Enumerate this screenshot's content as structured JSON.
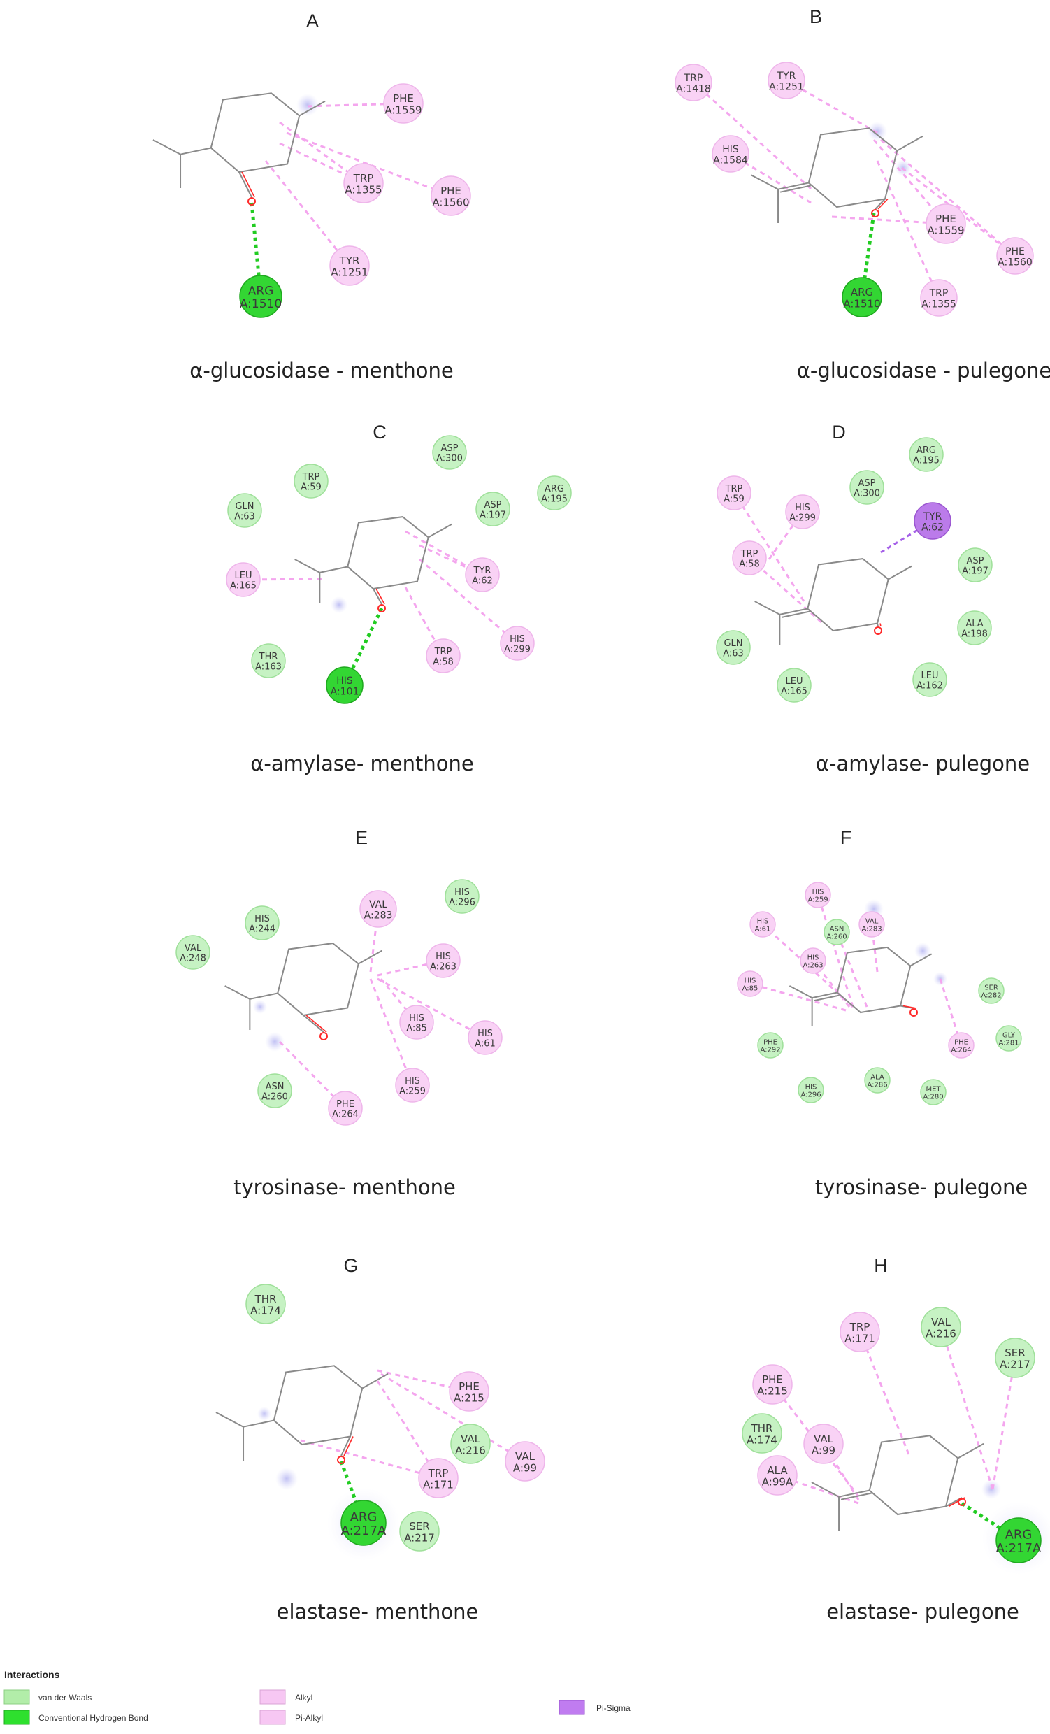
{
  "panels": [
    {
      "id": "A",
      "label": "A",
      "caption": "α-glucosidase - menthone",
      "scaffold": "menthone",
      "residues": [
        {
          "line1": "PHE",
          "line2": "A:1559",
          "kind": "alkyl"
        },
        {
          "line1": "TRP",
          "line2": "A:1355",
          "kind": "alkyl"
        },
        {
          "line1": "PHE",
          "line2": "A:1560",
          "kind": "alkyl"
        },
        {
          "line1": "TYR",
          "line2": "A:1251",
          "kind": "alkyl"
        },
        {
          "line1": "ARG",
          "line2": "A:1510",
          "kind": "hbond"
        }
      ]
    },
    {
      "id": "B",
      "label": "B",
      "caption": "α-glucosidase - pulegone",
      "scaffold": "pulegone",
      "residues": [
        {
          "line1": "TRP",
          "line2": "A:1418",
          "kind": "alkyl"
        },
        {
          "line1": "TYR",
          "line2": "A:1251",
          "kind": "alkyl"
        },
        {
          "line1": "HIS",
          "line2": "A:1584",
          "kind": "alkyl"
        },
        {
          "line1": "PHE",
          "line2": "A:1559",
          "kind": "alkyl"
        },
        {
          "line1": "PHE",
          "line2": "A:1560",
          "kind": "alkyl"
        },
        {
          "line1": "ARG",
          "line2": "A:1510",
          "kind": "hbond"
        },
        {
          "line1": "TRP",
          "line2": "A:1355",
          "kind": "alkyl"
        }
      ]
    },
    {
      "id": "C",
      "label": "C",
      "caption": "α-amylase- menthone",
      "scaffold": "menthone",
      "residues": [
        {
          "line1": "ASP",
          "line2": "A:300",
          "kind": "vdw"
        },
        {
          "line1": "TRP",
          "line2": "A:59",
          "kind": "vdw"
        },
        {
          "line1": "GLN",
          "line2": "A:63",
          "kind": "vdw"
        },
        {
          "line1": "ASP",
          "line2": "A:197",
          "kind": "vdw"
        },
        {
          "line1": "ARG",
          "line2": "A:195",
          "kind": "vdw"
        },
        {
          "line1": "LEU",
          "line2": "A:165",
          "kind": "alkyl"
        },
        {
          "line1": "TYR",
          "line2": "A:62",
          "kind": "alkyl"
        },
        {
          "line1": "THR",
          "line2": "A:163",
          "kind": "vdw"
        },
        {
          "line1": "TRP",
          "line2": "A:58",
          "kind": "alkyl"
        },
        {
          "line1": "HIS",
          "line2": "A:299",
          "kind": "alkyl"
        },
        {
          "line1": "HIS",
          "line2": "A:101",
          "kind": "hbond"
        }
      ]
    },
    {
      "id": "D",
      "label": "D",
      "caption": "α-amylase- pulegone",
      "scaffold": "pulegone",
      "residues": [
        {
          "line1": "ARG",
          "line2": "A:195",
          "kind": "vdw"
        },
        {
          "line1": "ASP",
          "line2": "A:300",
          "kind": "vdw"
        },
        {
          "line1": "TRP",
          "line2": "A:59",
          "kind": "alkyl"
        },
        {
          "line1": "HIS",
          "line2": "A:299",
          "kind": "alkyl"
        },
        {
          "line1": "TYR",
          "line2": "A:62",
          "kind": "pisigma"
        },
        {
          "line1": "TRP",
          "line2": "A:58",
          "kind": "alkyl"
        },
        {
          "line1": "ASP",
          "line2": "A:197",
          "kind": "vdw"
        },
        {
          "line1": "ALA",
          "line2": "A:198",
          "kind": "vdw"
        },
        {
          "line1": "GLN",
          "line2": "A:63",
          "kind": "vdw"
        },
        {
          "line1": "LEU",
          "line2": "A:165",
          "kind": "vdw"
        },
        {
          "line1": "LEU",
          "line2": "A:162",
          "kind": "vdw"
        }
      ]
    },
    {
      "id": "E",
      "label": "E",
      "caption": "tyrosinase- menthone",
      "scaffold": "menthone",
      "residues": [
        {
          "line1": "VAL",
          "line2": "A:283",
          "kind": "alkyl"
        },
        {
          "line1": "HIS",
          "line2": "A:296",
          "kind": "vdw"
        },
        {
          "line1": "HIS",
          "line2": "A:244",
          "kind": "vdw"
        },
        {
          "line1": "VAL",
          "line2": "A:248",
          "kind": "vdw"
        },
        {
          "line1": "HIS",
          "line2": "A:263",
          "kind": "alkyl"
        },
        {
          "line1": "HIS",
          "line2": "A:85",
          "kind": "alkyl"
        },
        {
          "line1": "HIS",
          "line2": "A:61",
          "kind": "alkyl"
        },
        {
          "line1": "ASN",
          "line2": "A:260",
          "kind": "vdw"
        },
        {
          "line1": "HIS",
          "line2": "A:259",
          "kind": "alkyl"
        },
        {
          "line1": "PHE",
          "line2": "A:264",
          "kind": "alkyl"
        }
      ]
    },
    {
      "id": "F",
      "label": "F",
      "caption": "tyrosinase- pulegone",
      "scaffold": "pulegone",
      "residues": [
        {
          "line1": "HIS",
          "line2": "A:259",
          "kind": "alkyl"
        },
        {
          "line1": "VAL",
          "line2": "A:283",
          "kind": "alkyl"
        },
        {
          "line1": "HIS",
          "line2": "A:61",
          "kind": "alkyl"
        },
        {
          "line1": "ASN",
          "line2": "A:260",
          "kind": "vdw"
        },
        {
          "line1": "HIS",
          "line2": "A:263",
          "kind": "alkyl"
        },
        {
          "line1": "HIS",
          "line2": "A:85",
          "kind": "alkyl"
        },
        {
          "line1": "SER",
          "line2": "A:282",
          "kind": "vdw"
        },
        {
          "line1": "GLY",
          "line2": "A:281",
          "kind": "vdw"
        },
        {
          "line1": "PHE",
          "line2": "A:292",
          "kind": "vdw"
        },
        {
          "line1": "PHE",
          "line2": "A:264",
          "kind": "alkyl"
        },
        {
          "line1": "HIS",
          "line2": "A:296",
          "kind": "vdw"
        },
        {
          "line1": "ALA",
          "line2": "A:286",
          "kind": "vdw"
        },
        {
          "line1": "MET",
          "line2": "A:280",
          "kind": "vdw"
        }
      ]
    },
    {
      "id": "G",
      "label": "G",
      "caption": "elastase- menthone",
      "scaffold": "menthone",
      "residues": [
        {
          "line1": "THR",
          "line2": "A:174",
          "kind": "vdw"
        },
        {
          "line1": "PHE",
          "line2": "A:215",
          "kind": "alkyl"
        },
        {
          "line1": "VAL",
          "line2": "A:216",
          "kind": "vdw"
        },
        {
          "line1": "VAL",
          "line2": "A:99",
          "kind": "alkyl"
        },
        {
          "line1": "TRP",
          "line2": "A:171",
          "kind": "alkyl"
        },
        {
          "line1": "ARG",
          "line2": "A:217A",
          "kind": "hbond"
        },
        {
          "line1": "SER",
          "line2": "A:217",
          "kind": "vdw"
        }
      ]
    },
    {
      "id": "H",
      "label": "H",
      "caption": "elastase- pulegone",
      "scaffold": "pulegone",
      "residues": [
        {
          "line1": "TRP",
          "line2": "A:171",
          "kind": "alkyl"
        },
        {
          "line1": "VAL",
          "line2": "A:216",
          "kind": "vdw"
        },
        {
          "line1": "SER",
          "line2": "A:217",
          "kind": "vdw"
        },
        {
          "line1": "PHE",
          "line2": "A:215",
          "kind": "alkyl"
        },
        {
          "line1": "VAL",
          "line2": "A:99",
          "kind": "alkyl"
        },
        {
          "line1": "THR",
          "line2": "A:174",
          "kind": "vdw"
        },
        {
          "line1": "ALA",
          "line2": "A:99A",
          "kind": "alkyl"
        },
        {
          "line1": "ARG",
          "line2": "A:217A",
          "kind": "hbond"
        }
      ]
    }
  ],
  "legend": {
    "title": "Interactions",
    "items": [
      {
        "kind": "vdw",
        "label": "van der Waals"
      },
      {
        "kind": "hbond",
        "label": "Conventional Hydrogen Bond"
      },
      {
        "kind": "alkyl",
        "label": "Alkyl"
      },
      {
        "kind": "pialkyl",
        "label": "Pi-Alkyl"
      },
      {
        "kind": "pisigma",
        "label": "Pi-Sigma"
      }
    ]
  },
  "colors": {
    "vdw_fill": "#c6f2c3",
    "vdw_stroke": "#9fe09a",
    "hbond_fill": "#33d633",
    "hbond_stroke": "#1fa81f",
    "alkyl_fill": "#f9d2f5",
    "alkyl_stroke": "#eeb5ea",
    "pisigma_fill": "#bb7bea",
    "pisigma_stroke": "#9a55d0",
    "alkyl_line": "#f4a6ee",
    "hbond_line": "#22cc22",
    "pisigma_line": "#a560e8",
    "ligand": "#8a8a8a",
    "oxygen": "#ff2a2a",
    "halo": "#c8c8f4"
  }
}
